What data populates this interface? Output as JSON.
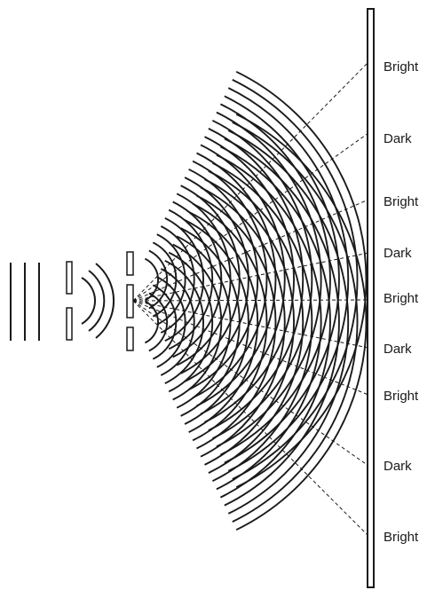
{
  "screen": {
    "labels": [
      "Bright",
      "Dark",
      "Bright",
      "Dark",
      "Bright",
      "Dark",
      "Bright",
      "Dark",
      "Bright"
    ]
  },
  "colors": {
    "ink": "#1a1a1a",
    "background": "#ffffff"
  }
}
